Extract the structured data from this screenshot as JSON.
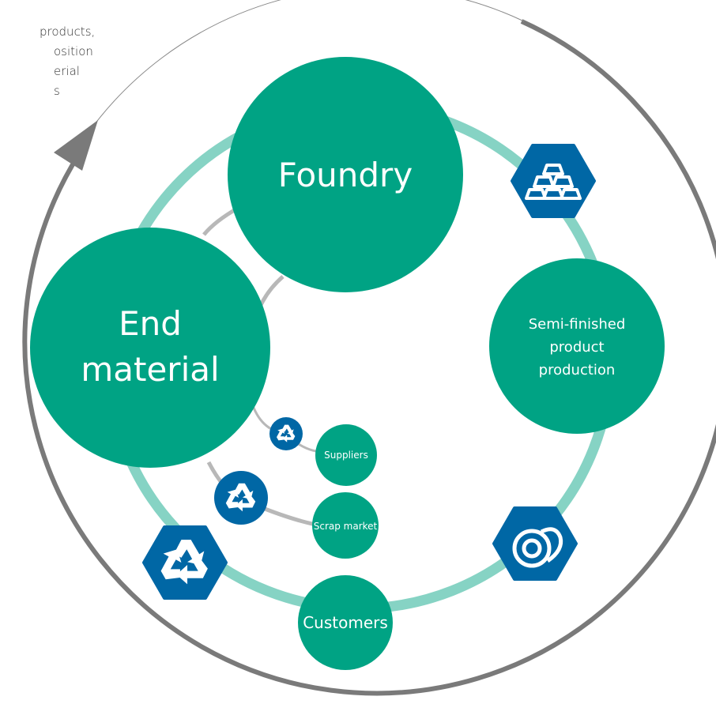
{
  "colors": {
    "node_green": "#00a384",
    "ring_light": "#86d3c4",
    "link_gray": "#b8b8b8",
    "outer_arc": "#7a7a7a",
    "icon_blue": "#0067a5",
    "label_white": "#ffffff"
  },
  "side_text": {
    "line1": " products,",
    "line2": "osition",
    "line3": "erial",
    "line4": "s"
  },
  "nodes": {
    "foundry": "Foundry",
    "end_material_line1": "End",
    "end_material_line2": "material",
    "semi_finished_line1": "Semi-finished",
    "semi_finished_line2": "product",
    "semi_finished_line3": "production",
    "suppliers": "Suppliers",
    "scrap_market": "Scrap market",
    "customers": "Customers"
  },
  "icons": {
    "ingots": "gold-bars-icon",
    "coil": "metal-coil-icon",
    "recycle_large": "recycle-icon",
    "recycle_medium": "recycle-icon",
    "recycle_small": "recycle-icon"
  }
}
